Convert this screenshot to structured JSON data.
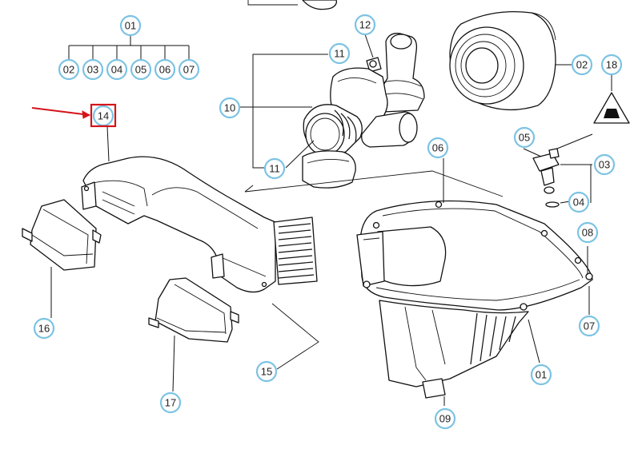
{
  "diagram": {
    "callouts": {
      "c01_top": "01",
      "c02_a": "02",
      "c03_a": "03",
      "c04_a": "04",
      "c05_a": "05",
      "c06_a": "06",
      "c07_a": "07",
      "c12": "12",
      "c11_top": "11",
      "c10": "10",
      "c11_bottom": "11",
      "c02_filter": "02",
      "c18": "18",
      "c14": "14",
      "c05_sensor": "05",
      "c03_sensor": "03",
      "c04_sensor": "04",
      "c06_housing": "06",
      "c08": "08",
      "c07_housing": "07",
      "c16": "16",
      "c15": "15",
      "c17": "17",
      "c01_housing": "01",
      "c09": "09"
    },
    "highlight_color": "#d4141b",
    "callout_ring_color": "#7cc3e3"
  }
}
